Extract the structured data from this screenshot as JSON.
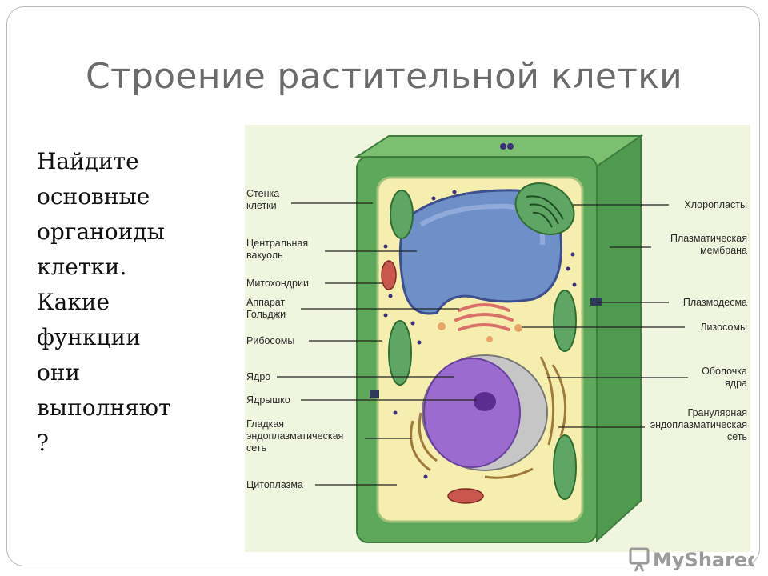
{
  "slide": {
    "title": "Строение растительной клетки",
    "body_lines": [
      "Найдите",
      "основные",
      "органоиды",
      "клетки.",
      "Какие",
      "функции",
      "они",
      "выполняют",
      "?"
    ]
  },
  "diagram": {
    "labels_left": [
      [
        "Стенка",
        "клетки"
      ],
      [
        "Центральная",
        "вакуоль"
      ],
      [
        "Митохондрии"
      ],
      [
        "Аппарат",
        "Гольджи"
      ],
      [
        "Рибосомы"
      ],
      [
        "Ядро"
      ],
      [
        "Ядрышко"
      ],
      [
        "Гладкая",
        "эндоплазматическая",
        "сеть"
      ],
      [
        "Цитоплазма"
      ]
    ],
    "labels_right": [
      [
        "Хлоропласты"
      ],
      [
        "Плазматическая",
        "мембрана"
      ],
      [
        "Плазмодесма"
      ],
      [
        "Лизосомы"
      ],
      [
        "Оболочка",
        "ядра"
      ],
      [
        "Гранулярная",
        "эндоплазматическая",
        "сеть"
      ]
    ]
  },
  "watermark": {
    "text": "MyShared"
  },
  "colors": {
    "cell_wall": "#5ea85b",
    "cytoplasm": "#f6eeae",
    "vacuole": "#6f8fc9",
    "nucleus": "#9b6bd0",
    "chloroplast": "#5fa564",
    "mitochondria": "#c9574e"
  }
}
